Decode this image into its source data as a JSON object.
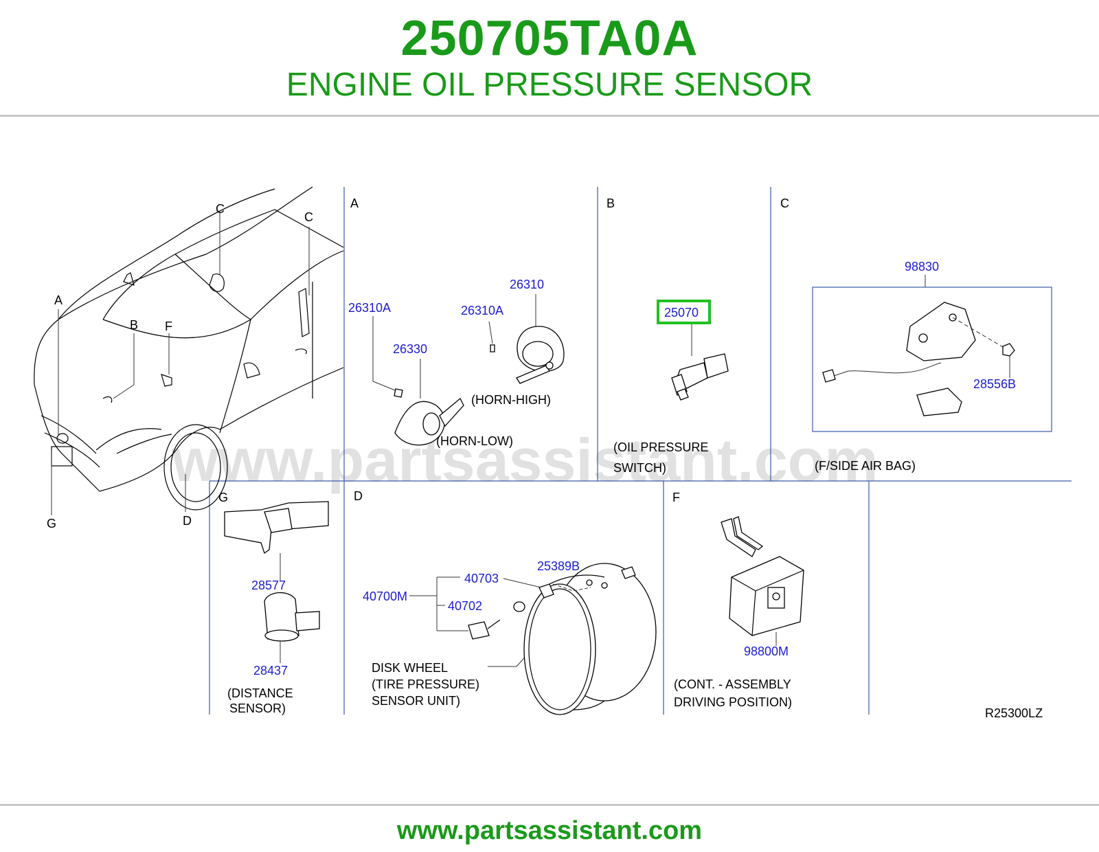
{
  "header": {
    "part_number": "250705TA0A",
    "part_name": "ENGINE OIL PRESSURE SENSOR"
  },
  "footer": {
    "url": "www.partsassistant.com"
  },
  "watermark": "www.partsassistant.com",
  "diagram": {
    "ref_code": "R25300LZ",
    "car_callouts": {
      "a": "A",
      "b": "B",
      "c1": "C",
      "c2": "C",
      "d": "D",
      "f": "F",
      "g": "G"
    },
    "section_A": {
      "letter": "A",
      "parts": {
        "p26310A_left": "26310A",
        "p26330": "26330",
        "p26310A_right": "26310A",
        "p26310": "26310"
      },
      "captions": {
        "horn_high": "(HORN-HIGH)",
        "horn_low": "(HORN-LOW)"
      }
    },
    "section_B": {
      "letter": "B",
      "highlighted_part": "25070",
      "highlight_color": "#22c022",
      "caption_line1": "(OIL  PRESSURE",
      "caption_line2": "SWITCH)"
    },
    "section_C": {
      "letter": "C",
      "parts": {
        "p98830": "98830",
        "p28556B": "28556B"
      },
      "caption": "(F/SIDE  AIR  BAG)"
    },
    "section_G": {
      "letter": "G",
      "parts": {
        "p28577": "28577",
        "p28437": "28437"
      },
      "caption_line1": "(DISTANCE",
      "caption_line2": "SENSOR)"
    },
    "section_D": {
      "letter": "D",
      "parts": {
        "p40703": "40703",
        "p25389B": "25389B",
        "p40700M": "40700M",
        "p40702": "40702"
      },
      "caption_line1": "DISK  WHEEL",
      "caption_line2": "(TIRE  PRESSURE)",
      "caption_line3": "SENSOR  UNIT)"
    },
    "section_F": {
      "letter": "F",
      "parts": {
        "p98800M": "98800M"
      },
      "caption_line1": "(CONT.  -  ASSEMBLY",
      "caption_line2": "DRIVING  POSITION)"
    }
  },
  "colors": {
    "title_green": "#1a9a1a",
    "part_number_blue": "#1b1bd0",
    "separator_blue": "#3a5aa8"
  }
}
